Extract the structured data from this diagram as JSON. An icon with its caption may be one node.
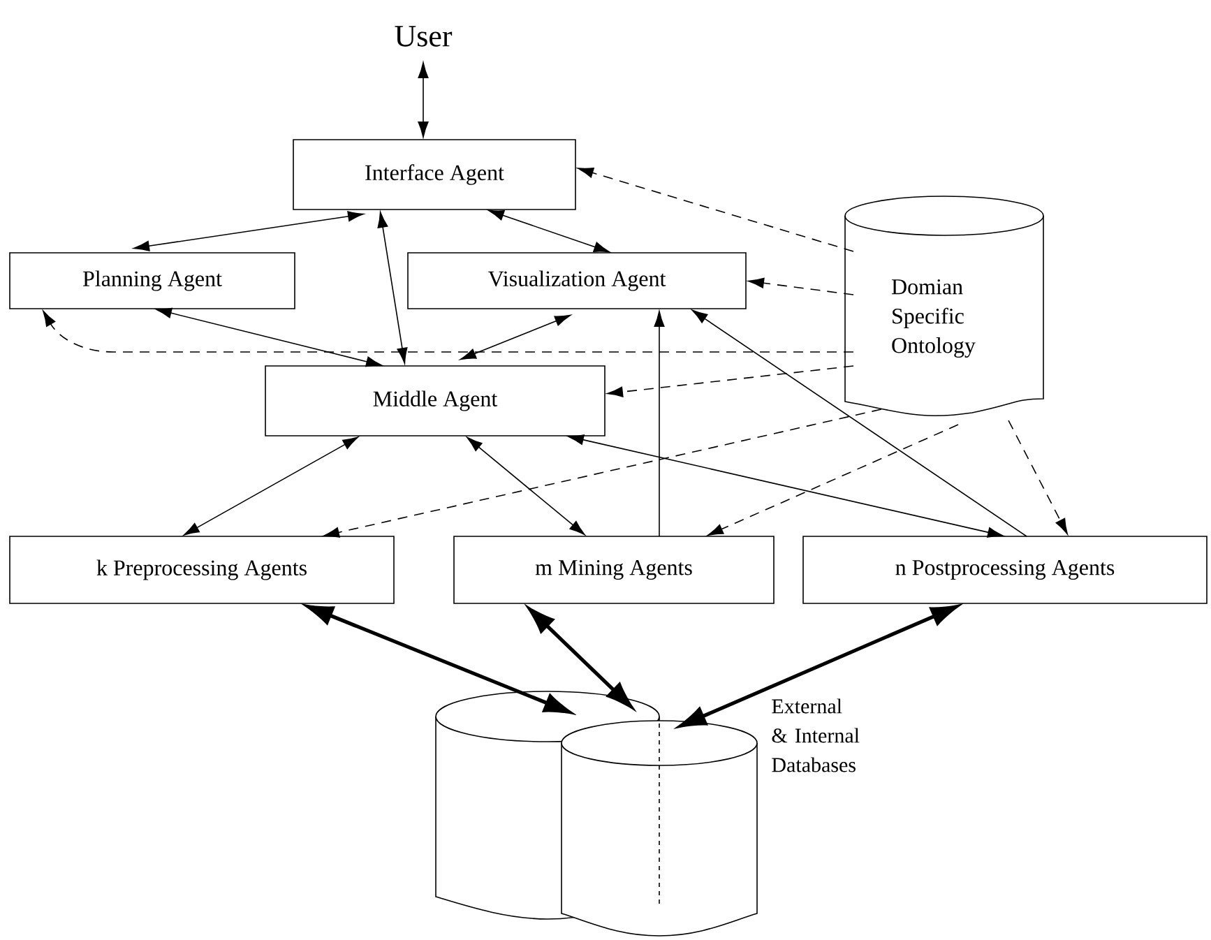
{
  "diagram": {
    "nodes": [
      {
        "text": [
          "User"
        ]
      },
      {
        "text": [
          "Interface Agent"
        ]
      },
      {
        "text": [
          "Planning Agent"
        ]
      },
      {
        "text": [
          "Visualization Agent"
        ]
      },
      {
        "text": [
          "Domian Specific Ontology"
        ]
      },
      {
        "text": [
          "Middle Agent"
        ]
      },
      {
        "text": [
          "k Preprocessing Agents"
        ]
      },
      {
        "text": [
          "m Mining Agents"
        ]
      },
      {
        "text": [
          "n Postprocessing Agents"
        ]
      },
      {
        "text": [],
        "shape": "cylinder",
        "beside": [
          "External & Internal Databases"
        ]
      }
    ],
    "edges": [
      {
        "from": 0,
        "to": 1,
        "arrow": "both"
      },
      {
        "from": 1,
        "to": 2,
        "arrow": "both"
      },
      {
        "from": 1,
        "to": 3,
        "arrow": "both"
      },
      {
        "from": 1,
        "to": 5,
        "arrow": "both"
      },
      {
        "from": 2,
        "to": 5,
        "arrow": "both"
      },
      {
        "from": 3,
        "to": 5,
        "arrow": "both"
      },
      {
        "from": 5,
        "to": 6,
        "arrow": "both"
      },
      {
        "from": 5,
        "to": 7,
        "arrow": "both"
      },
      {
        "from": 5,
        "to": 8,
        "arrow": "both"
      },
      {
        "from": 7,
        "to": 3,
        "arrow": "to"
      },
      {
        "from": 8,
        "to": 3,
        "arrow": "to"
      },
      {
        "from": 4,
        "to": 1,
        "arrow": "to",
        "style": "dashed"
      },
      {
        "from": 4,
        "to": 3,
        "arrow": "to",
        "style": "dashed"
      },
      {
        "from": 4,
        "to": 2,
        "arrow": "to",
        "style": "dashed"
      },
      {
        "from": 4,
        "to": 5,
        "arrow": "to",
        "style": "dashed"
      },
      {
        "from": 4,
        "to": 6,
        "arrow": "to",
        "style": "dashed"
      },
      {
        "from": 4,
        "to": 7,
        "arrow": "to",
        "style": "dashed"
      },
      {
        "from": 4,
        "to": 8,
        "arrow": "to",
        "style": "dashed"
      },
      {
        "from": 6,
        "to": 9,
        "arrow": "both",
        "style": "thick"
      },
      {
        "from": 7,
        "to": 9,
        "arrow": "both",
        "style": "thick"
      },
      {
        "from": 8,
        "to": 9,
        "arrow": "both",
        "style": "thick"
      }
    ]
  }
}
